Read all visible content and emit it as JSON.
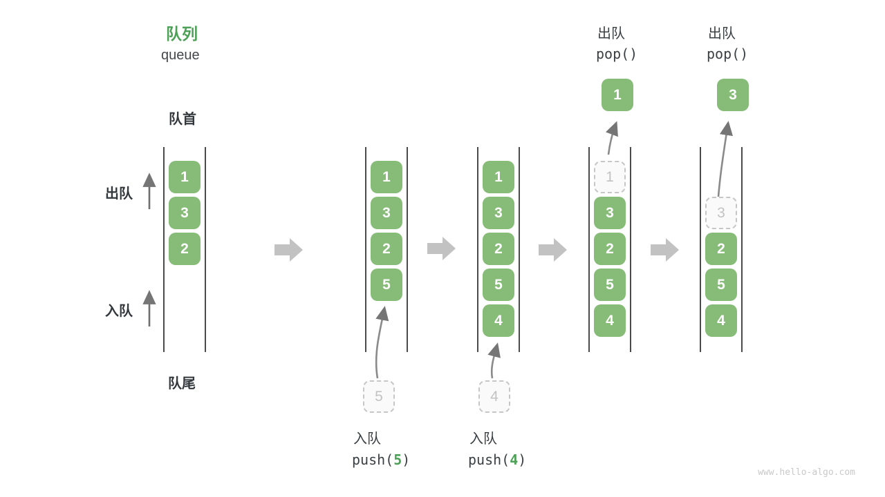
{
  "figure": {
    "title_zh": "队列",
    "title_en": "queue",
    "front_label": "队首",
    "rear_label": "队尾",
    "dequeue_side_label": "出队",
    "enqueue_side_label": "入队",
    "watermark": "www.hello-algo.com"
  },
  "colors": {
    "box_green": "#87bc78",
    "accent_green": "#4ca156",
    "text_dark": "#33383c",
    "rail_gray": "#4a4a4a",
    "thin_arrow_gray": "#757575",
    "big_arrow_gray": "#c2c2c2",
    "dashed_border": "#c6c6c6",
    "ghost_text": "#c2c2c2"
  },
  "states": [
    {
      "cells": [
        "1",
        "3",
        "2"
      ]
    },
    {
      "cells": [
        "1",
        "3",
        "2",
        "5"
      ],
      "incoming_value": "5",
      "op_label": "入队",
      "code_fn": "push(",
      "code_arg": "5",
      "code_close": ")"
    },
    {
      "cells": [
        "1",
        "3",
        "2",
        "5",
        "4"
      ],
      "incoming_value": "4",
      "op_label": "入队",
      "code_fn": "push(",
      "code_arg": "4",
      "code_close": ")"
    },
    {
      "ghost_value": "1",
      "cells": [
        "3",
        "2",
        "5",
        "4"
      ],
      "popped_value": "1",
      "op_label": "出队",
      "code": "pop()"
    },
    {
      "ghost_value": "3",
      "cells": [
        "2",
        "5",
        "4"
      ],
      "popped_value": "3",
      "op_label": "出队",
      "code": "pop()"
    }
  ]
}
